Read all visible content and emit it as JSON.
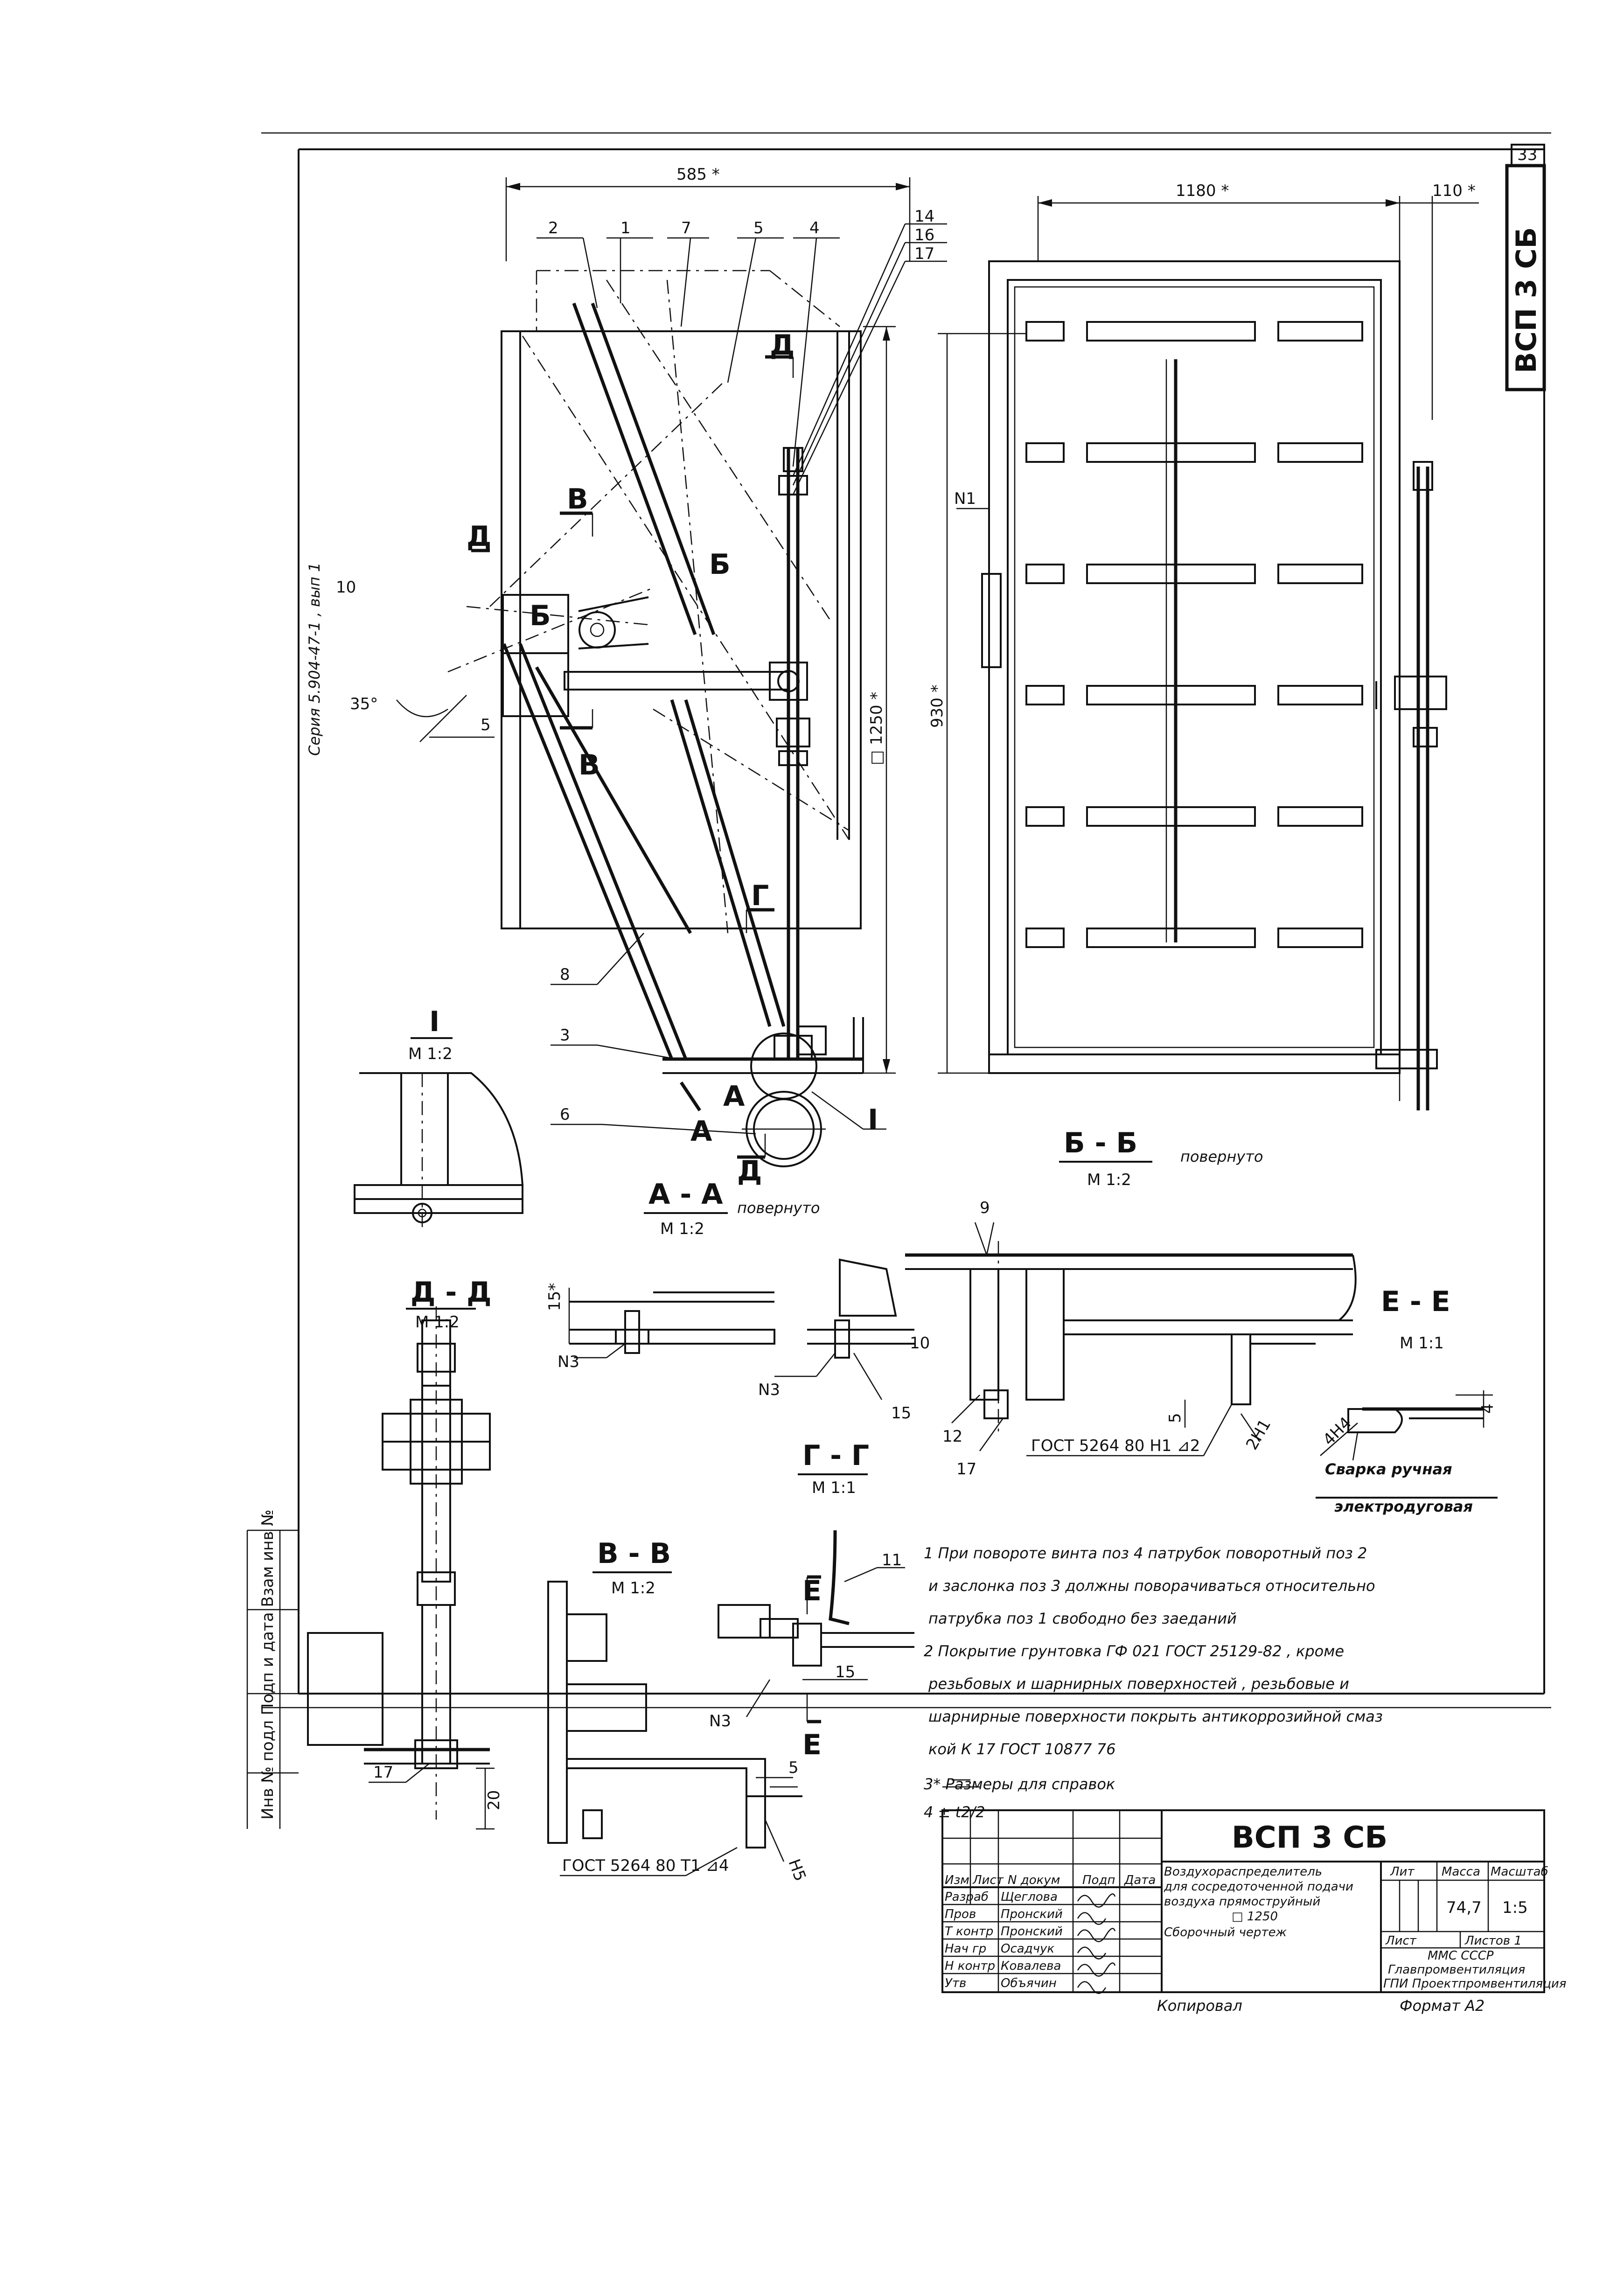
{
  "sheet": {
    "number": "33",
    "stamp": "ВСП 3 СБ",
    "series": "Серия 5.904-47-1 , вып 1",
    "left_margin": "Инв № подл   Подп и дата   Взам инв №",
    "copied": "Копировал",
    "format": "Формат А2"
  },
  "front_view": {
    "dim_width": "585 *",
    "dim_height": "□ 1250 *",
    "angle": "35°",
    "item_labels": [
      "2",
      "1",
      "7",
      "5",
      "4",
      "14",
      "16",
      "17",
      "8",
      "3",
      "6",
      "10",
      "5"
    ],
    "section_marks": [
      "Д",
      "Д",
      "Б",
      "Б",
      "В",
      "В",
      "Г",
      "А",
      "А",
      "Д",
      "I"
    ]
  },
  "side_view": {
    "dim_width": "1180 *",
    "dim_side": "110 *",
    "dim_height": "930 *",
    "label_n1": "N1",
    "title": "Б - Б",
    "scale": "М 1:2",
    "note": "повернуто"
  },
  "views": {
    "i_title": "I",
    "i_scale": "М 1:2",
    "aa_title": "А - А",
    "aa_scale": "М 1:2",
    "aa_note": "повернуто",
    "dd_title": "Д - Д",
    "dd_scale": "М 1:2",
    "dd_dim": "20",
    "dd_item": "17",
    "vv_title": "В - В",
    "vv_scale": "М 1:2",
    "vv_gost": "ГОСТ 5264 80  Т1  ⊿4",
    "vv_dim": "5",
    "vv_item": "Н5",
    "gg_title": "Г - Г",
    "gg_scale": "М 1:1",
    "gg_n3": "N3",
    "gg_item": "11",
    "gg_dim": "15",
    "gg_e": "Е",
    "ee_title": "Е - Е",
    "ee_scale": "М 1:1",
    "ee_weld": "Сварка ручная",
    "ee_weld2": "электродуговая",
    "ee_h4": "4",
    "ee_angle": "4Н4",
    "det_n3a": "N3",
    "det_n3b": "N3",
    "det_15": "15",
    "det_10": "10",
    "det_dim": "15*",
    "sec_12": "12",
    "sec_17": "17",
    "sec_9": "9",
    "sec_gost": "ГОСТ 5264  80  Н1  ⊿2",
    "sec_5": "5",
    "sec_2h1": "2Н1"
  },
  "notes": [
    "1 При повороте винта поз 4 патрубок поворотный поз 2",
    "и заслонка поз 3 должны поворачиваться относительно",
    "патрубка поз 1 свободно без заеданий",
    "2 Покрытие грунтовка ГФ 021 ГОСТ 25129-82 , кроме",
    "резьбовых и шарнирных поверхностей , резьбовые и",
    "шарнирные поверхности покрыть антикоррозийной смаз",
    "кой К 17 ГОСТ 10877 76",
    "3* Размеры для справок",
    "4  ± t2/2"
  ],
  "title_block": {
    "code": "ВСП 3  СБ",
    "name_lines": [
      "Воздухораспределитель",
      "для сосредоточенной подачи",
      "воздуха прямоструйный",
      "□ 1250",
      "Сборочный чертеж"
    ],
    "col_headers": [
      "Лит",
      "Масса",
      "Масштаб"
    ],
    "mass": "74,7",
    "scale": "1:5",
    "sheet_label": "Лист",
    "sheets_label": "Листов 1",
    "org_lines": [
      "ММС СССР",
      "Главпромвентиляция",
      "ГПИ Проектпромвентиляция"
    ],
    "row_headers": [
      "Изм",
      "Лист",
      "N докум",
      "Подп",
      "Дата"
    ],
    "rows": [
      [
        "Разраб",
        "Щеглова"
      ],
      [
        "Пров",
        "Пронский"
      ],
      [
        "Т контр",
        "Пронский"
      ],
      [
        "Нач гр",
        "Осадчук"
      ],
      [
        "Н контр",
        "Ковалева"
      ],
      [
        "Утв",
        "Объячин"
      ]
    ]
  }
}
